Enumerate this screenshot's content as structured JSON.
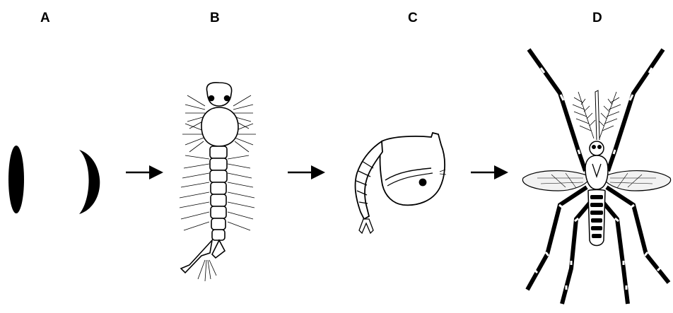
{
  "labels": {
    "a": "A",
    "b": "B",
    "c": "C",
    "d": "D"
  },
  "stages": [
    {
      "label": "A",
      "icon": "mosquito-egg-icon"
    },
    {
      "label": "B",
      "icon": "mosquito-larva-icon"
    },
    {
      "label": "C",
      "icon": "mosquito-pupa-icon"
    },
    {
      "label": "D",
      "icon": "adult-mosquito-icon"
    }
  ],
  "colors": {
    "ink": "#000000",
    "background": "#ffffff",
    "wing_fill": "#f2f2f2"
  }
}
